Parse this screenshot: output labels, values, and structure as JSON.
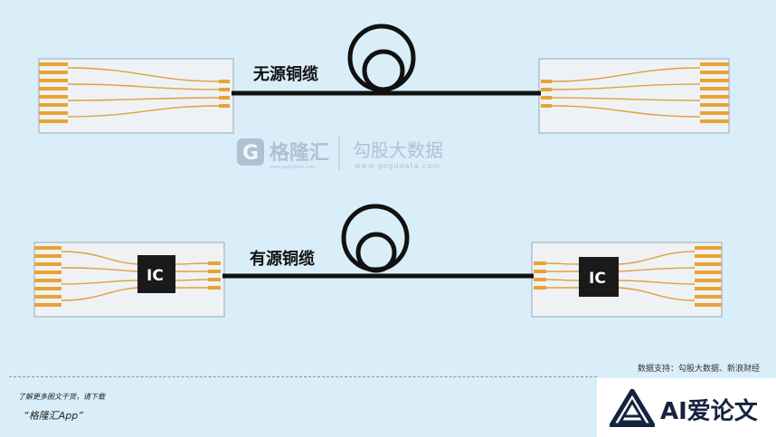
{
  "diagram": {
    "top_cable_label": "无源铜缆",
    "bottom_cable_label": "有源铜缆",
    "chip_label": "IC",
    "watermark": {
      "brand_cn": "格隆汇",
      "brand_url": "www.gelonghui.com",
      "partner_cn": "勾股大数据",
      "partner_url": "www.gogudata.com"
    }
  },
  "footer": {
    "source": "数据支持：勾股大数据、新浪财经",
    "promo_line1": "了解更多图文干货，请下载",
    "promo_line2": "“格隆汇App”",
    "logo_text": "AI爱论文"
  },
  "colors": {
    "background": "#d9eef8",
    "cable": "#111111",
    "trace": "#e0a040",
    "pad": "#e8a335",
    "chip": "#1a1a1a",
    "logo": "#15233f"
  }
}
